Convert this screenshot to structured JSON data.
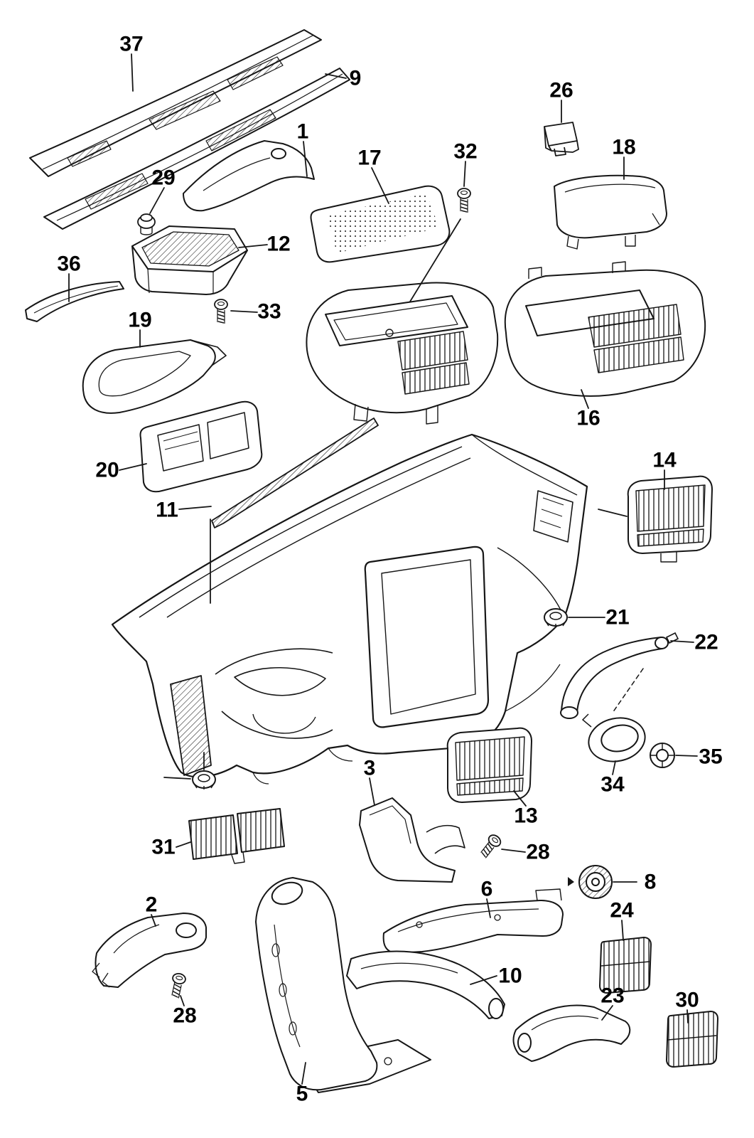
{
  "diagram": {
    "background_color": "#ffffff",
    "ink_color": "#161616",
    "callouts": [
      {
        "label": "37"
      },
      {
        "label": "9"
      },
      {
        "label": "1"
      },
      {
        "label": "26"
      },
      {
        "label": "17"
      },
      {
        "label": "32"
      },
      {
        "label": "18"
      },
      {
        "label": "29"
      },
      {
        "label": "12"
      },
      {
        "label": "36"
      },
      {
        "label": "33"
      },
      {
        "label": "19"
      },
      {
        "label": "16"
      },
      {
        "label": "20"
      },
      {
        "label": "11"
      },
      {
        "label": "14"
      },
      {
        "label": "21"
      },
      {
        "label": "22"
      },
      {
        "label": "35"
      },
      {
        "label": "34"
      },
      {
        "label": "13"
      },
      {
        "label": "3"
      },
      {
        "label": "31"
      },
      {
        "label": "28"
      },
      {
        "label": "8"
      },
      {
        "label": "6"
      },
      {
        "label": "2"
      },
      {
        "label": "24"
      },
      {
        "label": "10"
      },
      {
        "label": "28"
      },
      {
        "label": "23"
      },
      {
        "label": "30"
      },
      {
        "label": "5"
      }
    ]
  }
}
